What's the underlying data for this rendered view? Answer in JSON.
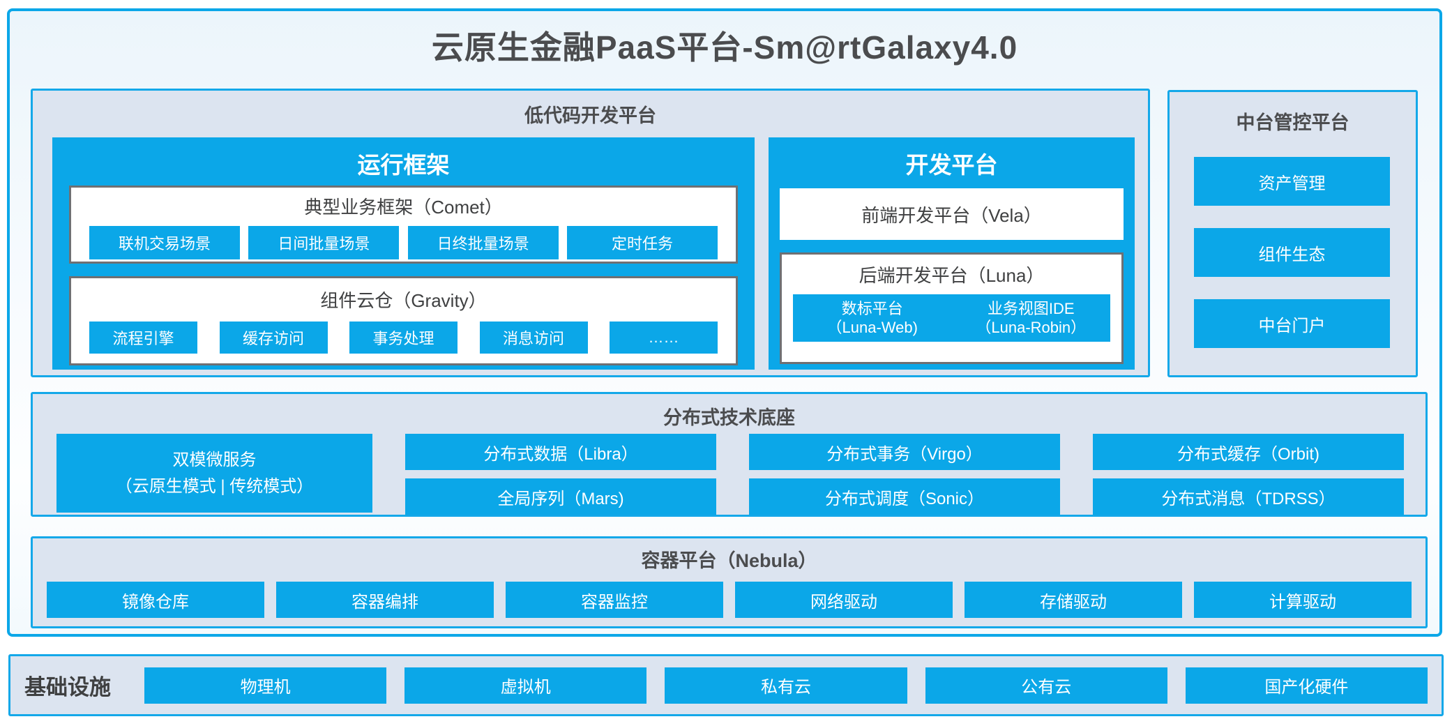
{
  "header": {
    "title": "云原生金融PaaS平台-Sm@rtGalaxy4.0"
  },
  "colors": {
    "accent": "#0ba7e8",
    "panel_bg": "#dce4f0",
    "dark_text": "#4b4c4e",
    "box_border": "#6f7073"
  },
  "low_code": {
    "title": "低代码开发平台",
    "runtime": {
      "title": "运行框架",
      "comet": {
        "title": "典型业务框架（Comet）",
        "items": [
          "联机交易场景",
          "日间批量场景",
          "日终批量场景",
          "定时任务"
        ]
      },
      "gravity": {
        "title": "组件云仓（Gravity）",
        "items": [
          "流程引擎",
          "缓存访问",
          "事务处理",
          "消息访问",
          "……"
        ]
      }
    },
    "dev": {
      "title": "开发平台",
      "vela": "前端开发平台（Vela）",
      "luna": {
        "title": "后端开发平台（Luna）",
        "items": [
          {
            "name": "数标平台",
            "code": "（Luna-Web)"
          },
          {
            "name": "业务视图IDE",
            "code": "（Luna-Robin）"
          }
        ]
      }
    }
  },
  "mid_platform": {
    "title": "中台管控平台",
    "items": [
      "资产管理",
      "组件生态",
      "中台门户"
    ]
  },
  "distributed": {
    "title": "分布式技术底座",
    "dual_mode": {
      "line1": "双模微服务",
      "line2": "（云原生模式 | 传统模式）"
    },
    "columns": [
      [
        "分布式数据（Libra）",
        "全局序列（Mars)"
      ],
      [
        "分布式事务（Virgo）",
        "分布式调度（Sonic）"
      ],
      [
        "分布式缓存（Orbit)",
        "分布式消息（TDRSS）"
      ]
    ]
  },
  "container_platform": {
    "title": "容器平台（Nebula）",
    "items": [
      "镜像仓库",
      "容器编排",
      "容器监控",
      "网络驱动",
      "存储驱动",
      "计算驱动"
    ]
  },
  "infrastructure": {
    "title": "基础设施",
    "items": [
      "物理机",
      "虚拟机",
      "私有云",
      "公有云",
      "国产化硬件"
    ]
  }
}
